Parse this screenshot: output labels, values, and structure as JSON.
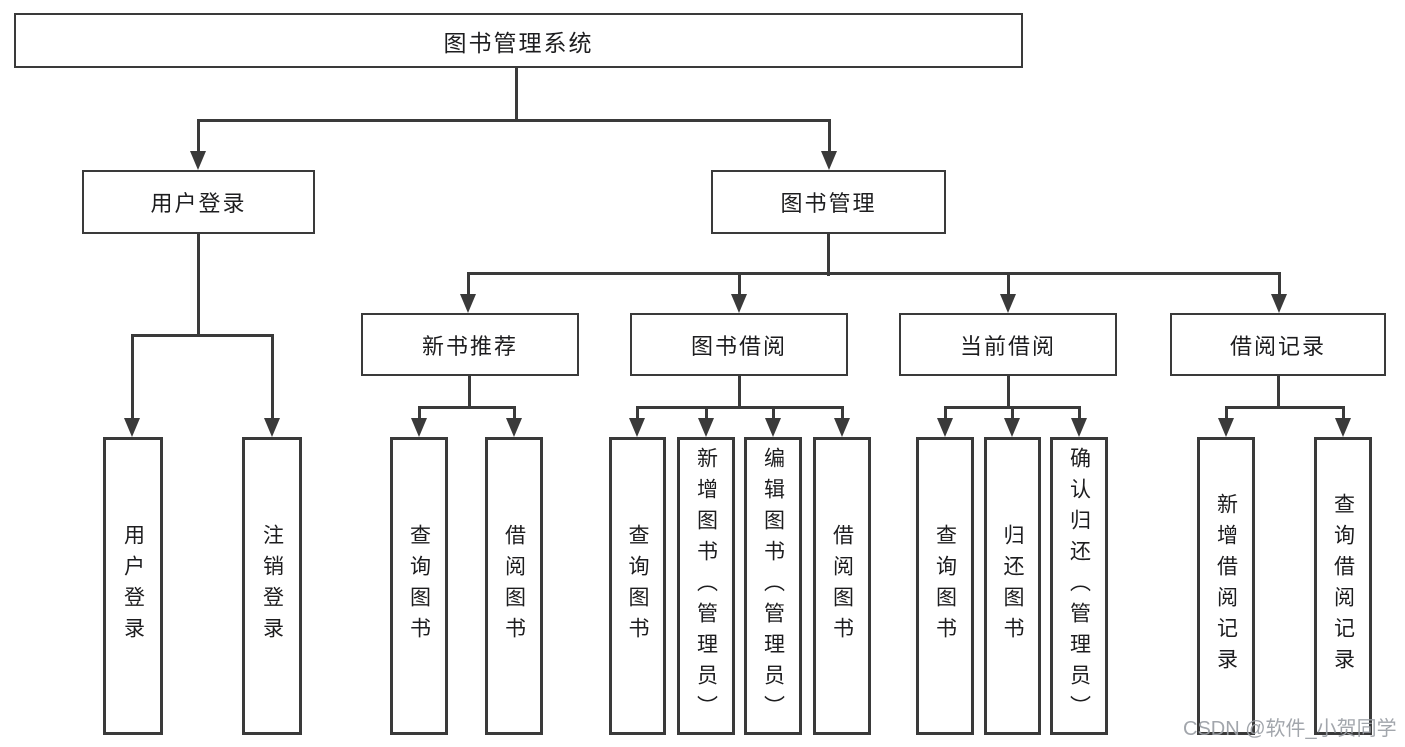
{
  "tree": {
    "label": "图书管理系统",
    "children": [
      {
        "label": "用户登录",
        "children": [
          {
            "label": "用户登录"
          },
          {
            "label": "注销登录"
          }
        ]
      },
      {
        "label": "图书管理",
        "children": [
          {
            "label": "新书推荐",
            "children": [
              {
                "label": "查询图书"
              },
              {
                "label": "借阅图书"
              }
            ]
          },
          {
            "label": "图书借阅",
            "children": [
              {
                "label": "查询图书"
              },
              {
                "label": "新增图书（管理员）"
              },
              {
                "label": "编辑图书（管理员）"
              },
              {
                "label": "借阅图书"
              }
            ]
          },
          {
            "label": "当前借阅",
            "children": [
              {
                "label": "查询图书"
              },
              {
                "label": "归还图书"
              },
              {
                "label": "确认归还（管理员）"
              }
            ]
          },
          {
            "label": "借阅记录",
            "children": [
              {
                "label": "新增借阅记录"
              },
              {
                "label": "查询借阅记录"
              }
            ]
          }
        ]
      }
    ]
  },
  "watermark": {
    "text": "CSDN @软件_小贺同学"
  },
  "colors": {
    "line": "#3a3a3a",
    "text": "#1d1d1f",
    "watermark": "#9b9fa5",
    "background": "#ffffff"
  }
}
